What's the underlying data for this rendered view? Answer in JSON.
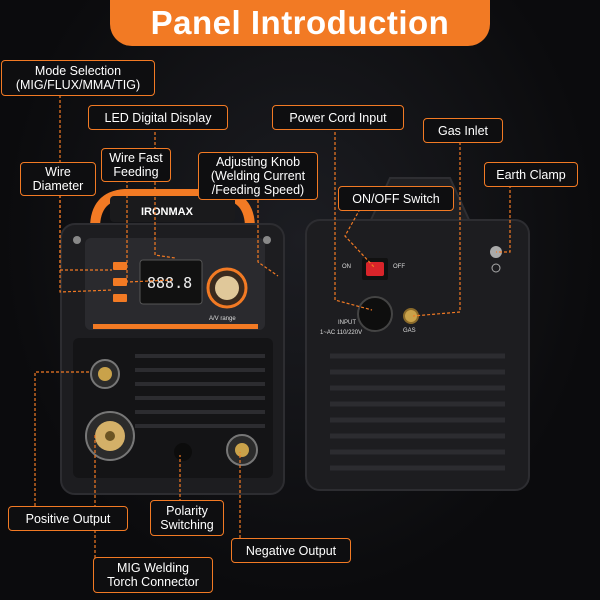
{
  "title": "Panel Introduction",
  "callouts": {
    "mode_selection": "Mode Selection\n(MIG/FLUX/MMA/TIG)",
    "led_display": "LED Digital Display",
    "power_cord": "Power Cord Input",
    "gas_inlet": "Gas Inlet",
    "wire_diameter": "Wire\nDiameter",
    "wire_fast_feeding": "Wire Fast\nFeeding",
    "adjusting_knob": "Adjusting Knob\n(Welding Current\n/Feeding Speed)",
    "earth_clamp": "Earth Clamp",
    "on_off": "ON/OFF Switch",
    "positive_output": "Positive Output",
    "polarity_switching": "Polarity\nSwitching",
    "negative_output": "Negative Output",
    "mig_torch": "MIG Welding\nTorch Connector"
  },
  "machine_labels": {
    "brand": "IRONMAX",
    "display_value": "888.8",
    "knob_label": "A/V range",
    "switch_on": "ON",
    "switch_off": "OFF",
    "input_label": "INPUT",
    "input_voltage": "1~AC 110/220V",
    "gas_label": "GAS"
  },
  "colors": {
    "accent": "#f27a24",
    "machine_body": "#1b1b1d",
    "background": "#0b0b0d"
  }
}
